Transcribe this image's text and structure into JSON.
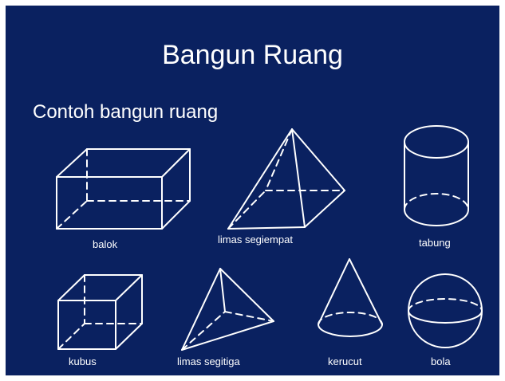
{
  "slide": {
    "title": "Bangun Ruang",
    "subtitle": "Contoh bangun ruang",
    "background_color": "#0a2160",
    "line_color": "#ffffff"
  },
  "shapes": [
    {
      "id": "balok",
      "label": "balok",
      "icon": "cuboid-icon"
    },
    {
      "id": "limas-segiempat",
      "label": "limas segiempat",
      "icon": "square-pyramid-icon"
    },
    {
      "id": "tabung",
      "label": "tabung",
      "icon": "cylinder-icon"
    },
    {
      "id": "kubus",
      "label": "kubus",
      "icon": "cube-icon"
    },
    {
      "id": "limas-segitiga",
      "label": "limas segitiga",
      "icon": "triangular-pyramid-icon"
    },
    {
      "id": "kerucut",
      "label": "kerucut",
      "icon": "cone-icon"
    },
    {
      "id": "bola",
      "label": "bola",
      "icon": "sphere-icon"
    }
  ]
}
